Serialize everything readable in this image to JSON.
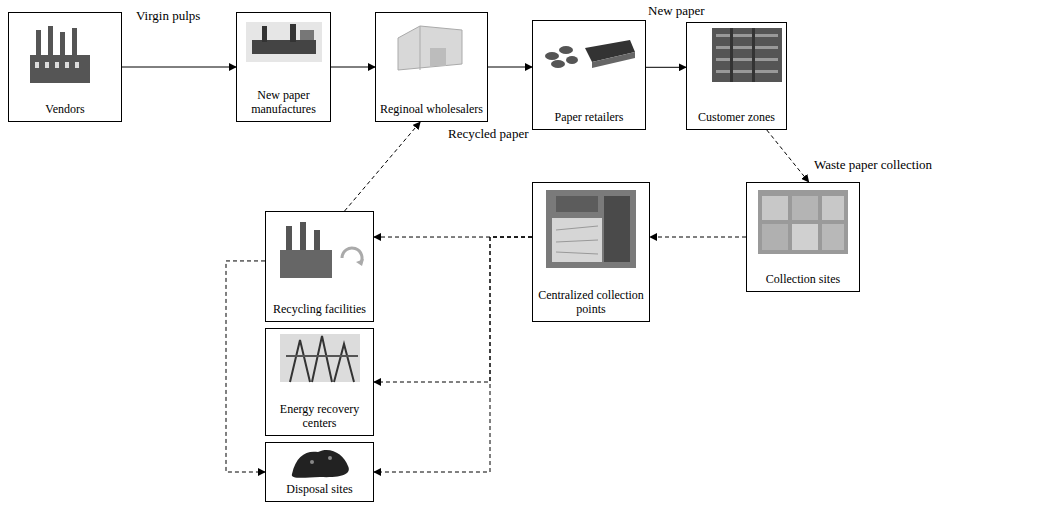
{
  "diagram": {
    "nodes": [
      {
        "text": [
          "Vendors"
        ]
      },
      {
        "text": [
          "New paper manufactures"
        ]
      },
      {
        "text": [
          "Reginoal wholesalers"
        ]
      },
      {
        "text": [
          "Paper retailers"
        ]
      },
      {
        "text": [
          "Customer zones"
        ]
      },
      {
        "text": [
          "Recycling facilities"
        ]
      },
      {
        "text": [
          "Centralized collection points"
        ]
      },
      {
        "text": [
          "Collection sites"
        ]
      },
      {
        "text": [
          "Energy recovery centers"
        ]
      },
      {
        "text": [
          "Disposal sites"
        ]
      }
    ],
    "edges": [
      {
        "from": 0,
        "to": 1,
        "label": "Virgin pulps",
        "arrow": "to"
      },
      {
        "from": 1,
        "to": 2,
        "arrow": "to"
      },
      {
        "from": 2,
        "to": 3,
        "arrow": "to"
      },
      {
        "from": 3,
        "to": 4,
        "label": "New paper",
        "arrow": "to"
      },
      {
        "from": 4,
        "to": 7,
        "label": "Waste paper collection",
        "arrow": "to"
      },
      {
        "from": 7,
        "to": 6,
        "arrow": "to"
      },
      {
        "from": 6,
        "to": 5,
        "arrow": "to"
      },
      {
        "from": 6,
        "to": 8,
        "arrow": "to"
      },
      {
        "from": 6,
        "to": 9,
        "arrow": "to"
      },
      {
        "from": 5,
        "to": 2,
        "label": "Recycled paper",
        "arrow": "to"
      },
      {
        "from": 5,
        "to": 9,
        "arrow": "to"
      }
    ]
  }
}
